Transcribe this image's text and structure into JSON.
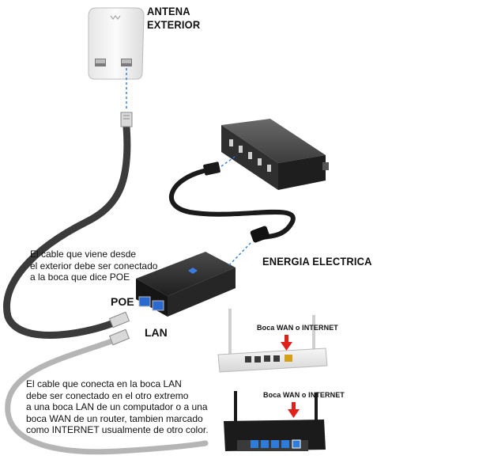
{
  "labels": {
    "antenna": "ANTENA\nEXTERIOR",
    "power": "ENERGIA ELECTRICA",
    "poe_port": "POE",
    "lan_port": "LAN",
    "router1_wan": "Boca WAN o INTERNET",
    "router2_wan": "Boca WAN o INTERNET"
  },
  "notes": {
    "poe_note": "El cable que viene desde\nel exterior debe ser conectado\na la boca que dice POE",
    "lan_note": "El cable que conecta en la boca LAN\ndebe ser conectado en el otro extremo\na una boca LAN de un computador o a una\nboca WAN de un router, tambien marcado\ncomo INTERNET usualmente de otro color."
  },
  "colors": {
    "cable_dark": "#3b3b3b",
    "cable_light": "#b5b5b5",
    "power_cable": "#1a1a1a",
    "arrow_red": "#e0201b",
    "dashed_blue": "#2a7ad8"
  },
  "icons": [
    "antenna-icon",
    "power-strip-icon",
    "poe-injector-icon",
    "white-router-icon",
    "black-router-icon"
  ]
}
